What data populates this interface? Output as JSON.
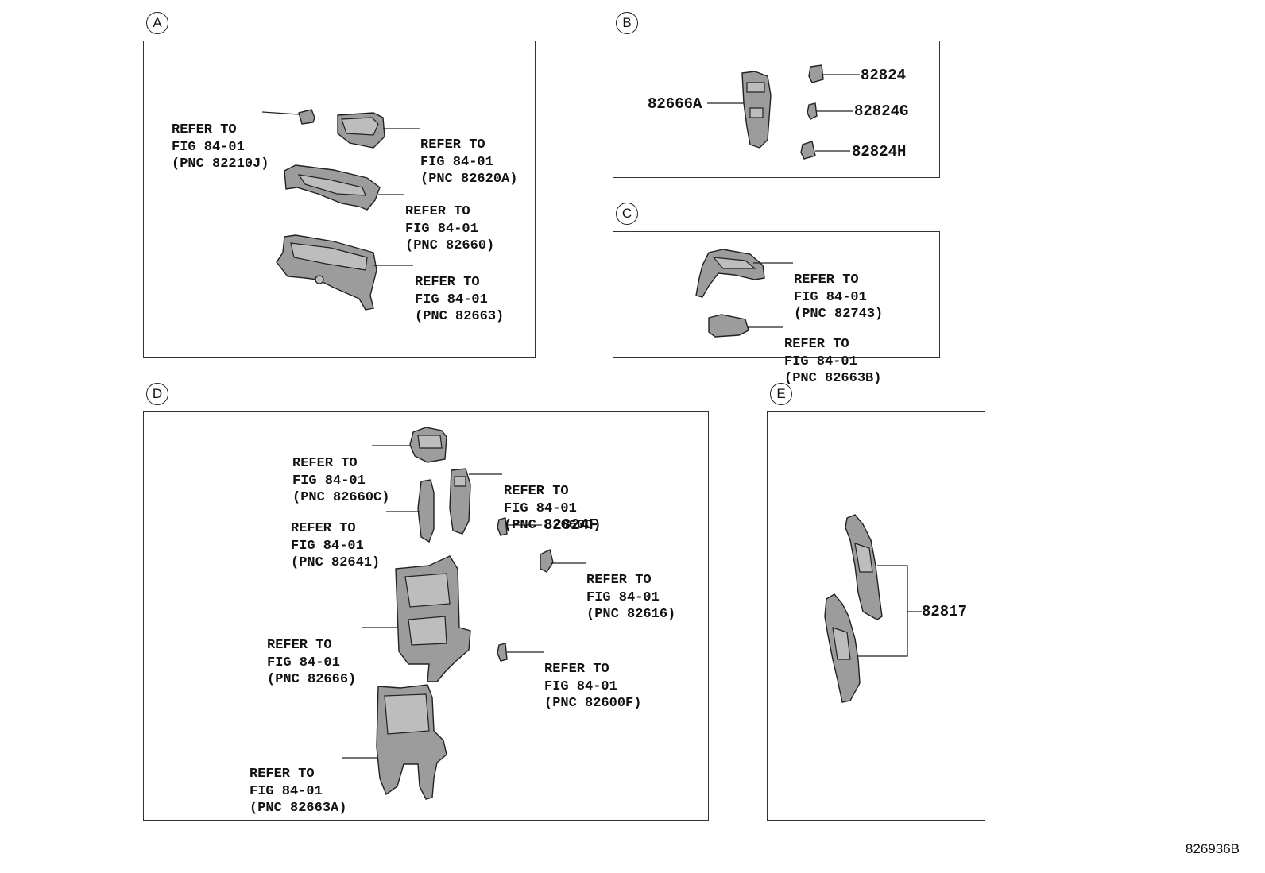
{
  "sections": {
    "A": {
      "marker": "A",
      "refs": [
        {
          "lines": [
            "REFER TO",
            "FIG 84-01",
            "(PNC 82210J)"
          ]
        },
        {
          "lines": [
            "REFER TO",
            "FIG 84-01",
            "(PNC 82620A)"
          ]
        },
        {
          "lines": [
            "REFER TO",
            "FIG 84-01",
            "(PNC 82660)"
          ]
        },
        {
          "lines": [
            "REFER TO",
            "FIG 84-01",
            "(PNC 82663)"
          ]
        }
      ]
    },
    "B": {
      "marker": "B",
      "parts": [
        "82666A",
        "82824",
        "82824G",
        "82824H"
      ]
    },
    "C": {
      "marker": "C",
      "refs": [
        {
          "lines": [
            "REFER TO",
            "FIG 84-01",
            "(PNC 82743)"
          ]
        },
        {
          "lines": [
            "REFER TO",
            "FIG 84-01",
            "(PNC 82663B)"
          ]
        }
      ]
    },
    "D": {
      "marker": "D",
      "refs": [
        {
          "lines": [
            "REFER TO",
            "FIG 84-01",
            "(PNC 82660C)"
          ]
        },
        {
          "lines": [
            "REFER TO",
            "FIG 84-01",
            "(PNC 82660D)"
          ]
        },
        {
          "lines": [
            "REFER TO",
            "FIG 84-01",
            "(PNC 82641)"
          ]
        },
        {
          "lines": [
            "REFER TO",
            "FIG 84-01",
            "(PNC 82616)"
          ]
        },
        {
          "lines": [
            "REFER TO",
            "FIG 84-01",
            "(PNC 82666)"
          ]
        },
        {
          "lines": [
            "REFER TO",
            "FIG 84-01",
            "(PNC 82600F)"
          ]
        },
        {
          "lines": [
            "REFER TO",
            "FIG 84-01",
            "(PNC 82663A)"
          ]
        }
      ],
      "parts": [
        "82824F"
      ]
    },
    "E": {
      "marker": "E",
      "parts": [
        "82817"
      ]
    }
  },
  "drawing_code": "826936B"
}
